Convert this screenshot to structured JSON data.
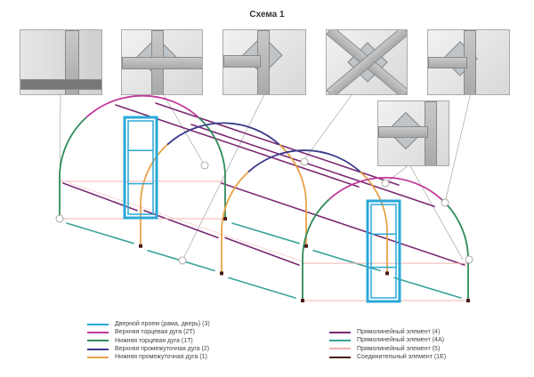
{
  "title": "Схема 1",
  "colors": {
    "door": "#2aa8d8",
    "end_arch_upper": "#c2389a",
    "end_arch_lower": "#2f8a5a",
    "mid_arch_upper": "#3b3b8c",
    "mid_arch_lower": "#e8a248",
    "straight_4": "#7a2a72",
    "straight_4a": "#3aa39c",
    "straight_5": "#f0b4b0",
    "connector_1e": "#4a1a1a"
  },
  "legend_left": [
    {
      "label": "Дверной проем (рама, дверь) (3)",
      "color": "#2aa8d8"
    },
    {
      "label": "Верхняя торцевая дуга (2Т)",
      "color": "#c2389a"
    },
    {
      "label": "Нижняя торцевая дуга (1Т)",
      "color": "#2f8a5a"
    },
    {
      "label": "Верхняя промежуточная дуга (2)",
      "color": "#3b3b8c"
    },
    {
      "label": "Нижняя промежуточная дуга (1)",
      "color": "#e8a248"
    }
  ],
  "legend_right": [
    {
      "label": "Прямолинейный элемент (4)",
      "color": "#7a2a72"
    },
    {
      "label": "Прямолинейный элемент (4А)",
      "color": "#3aa39c"
    },
    {
      "label": "Прямолинейный элемент (5)",
      "color": "#f0b4b0"
    },
    {
      "label": "Соединительный элемент (1Е)",
      "color": "#4a1a1a"
    }
  ]
}
